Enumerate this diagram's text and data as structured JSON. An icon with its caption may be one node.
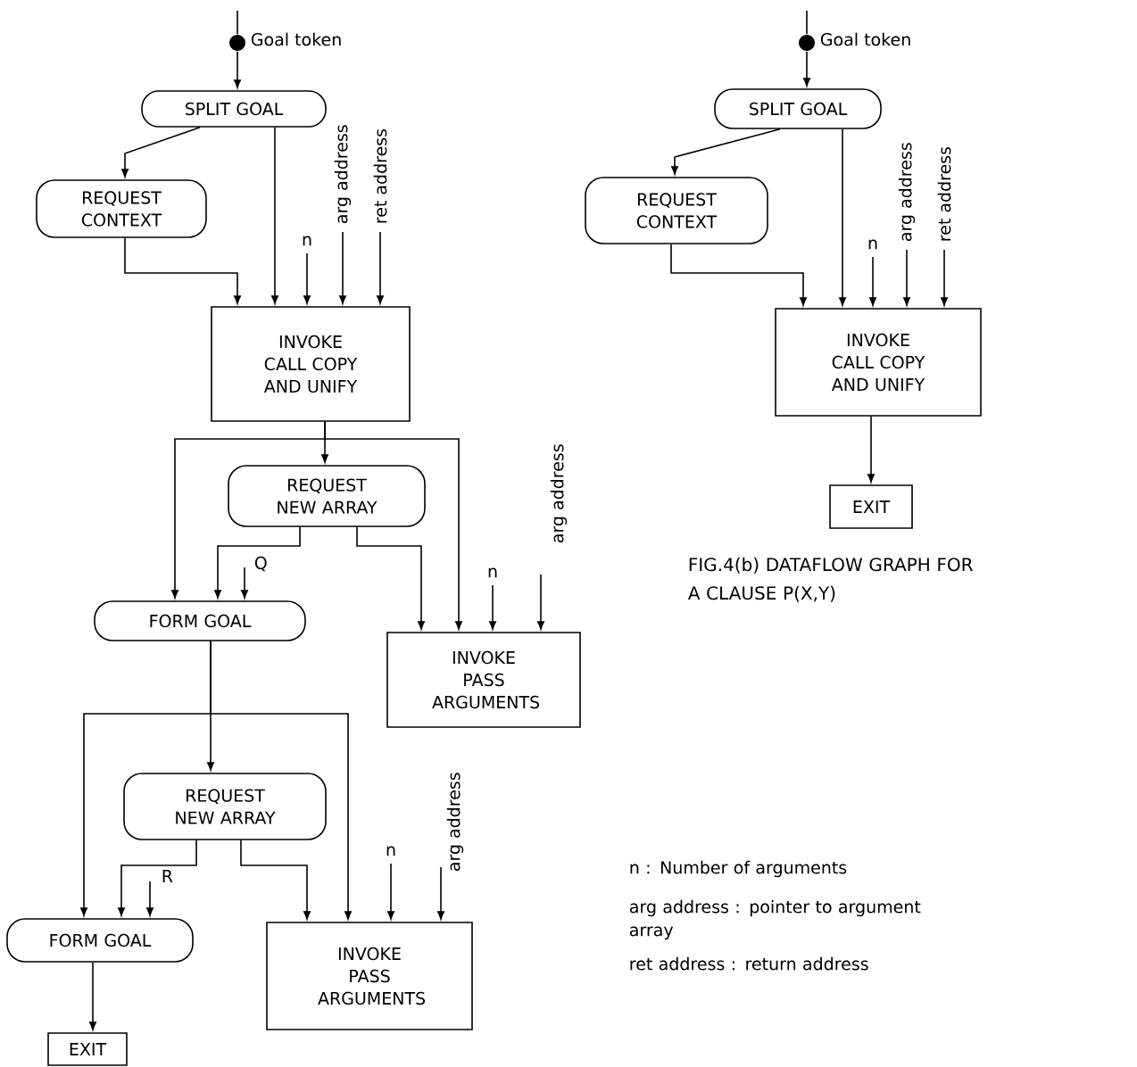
{
  "diagram": {
    "caption": "FIG.4(b) DATAFLOW GRAPH FOR A CLAUSE P(X,Y)",
    "nodes": [
      {
        "text": [],
        "shape": "circle",
        "beside": [
          "Goal token"
        ]
      },
      {
        "text": [
          "SPLIT GOAL"
        ]
      },
      {
        "text": [
          "REQUEST CONTEXT"
        ]
      },
      {
        "text": [
          "INVOKE CALL COPY AND UNIFY"
        ]
      },
      {
        "text": [
          "REQUEST NEW ARRAY"
        ]
      },
      {
        "text": [
          "FORM GOAL"
        ]
      },
      {
        "text": [
          "INVOKE PASS ARGUMENTS"
        ]
      },
      {
        "text": [
          "REQUEST NEW ARRAY"
        ]
      },
      {
        "text": [
          "FORM GOAL"
        ]
      },
      {
        "text": [
          "INVOKE PASS ARGUMENTS"
        ]
      },
      {
        "text": [
          "EXIT"
        ]
      },
      {
        "text": [],
        "shape": "circle",
        "beside": [
          "Goal token"
        ]
      },
      {
        "text": [
          "SPLIT GOAL"
        ]
      },
      {
        "text": [
          "REQUEST CONTEXT"
        ]
      },
      {
        "text": [
          "INVOKE CALL COPY AND UNIFY"
        ]
      },
      {
        "text": [
          "EXIT"
        ]
      }
    ],
    "edges": [
      {
        "from": null,
        "to": 0,
        "arrow": "none"
      },
      {
        "from": 0,
        "to": 1,
        "arrow": "to"
      },
      {
        "from": 1,
        "to": 2,
        "arrow": "to"
      },
      {
        "from": 1,
        "to": 3,
        "arrow": "to"
      },
      {
        "from": 2,
        "to": 3,
        "arrow": "to"
      },
      {
        "from": null,
        "to": 3,
        "arrow": "to",
        "label": "n"
      },
      {
        "from": null,
        "to": 3,
        "arrow": "to",
        "label": "arg address"
      },
      {
        "from": null,
        "to": 3,
        "arrow": "to",
        "label": "ret address"
      },
      {
        "from": 3,
        "to": 4,
        "arrow": "to"
      },
      {
        "from": 3,
        "to": 5,
        "arrow": "to"
      },
      {
        "from": 3,
        "to": 6,
        "arrow": "to"
      },
      {
        "from": 4,
        "to": 5,
        "arrow": "to"
      },
      {
        "from": 4,
        "to": 6,
        "arrow": "to"
      },
      {
        "from": null,
        "to": 5,
        "arrow": "to",
        "label": "Q"
      },
      {
        "from": null,
        "to": 6,
        "arrow": "to",
        "label": "n"
      },
      {
        "from": null,
        "to": 6,
        "arrow": "to",
        "label": "arg address"
      },
      {
        "from": 5,
        "to": 7,
        "arrow": "to"
      },
      {
        "from": 5,
        "to": 8,
        "arrow": "to"
      },
      {
        "from": 5,
        "to": 9,
        "arrow": "to"
      },
      {
        "from": 7,
        "to": 8,
        "arrow": "to"
      },
      {
        "from": 7,
        "to": 9,
        "arrow": "to"
      },
      {
        "from": null,
        "to": 8,
        "arrow": "to",
        "label": "R"
      },
      {
        "from": null,
        "to": 9,
        "arrow": "to",
        "label": "n"
      },
      {
        "from": null,
        "to": 9,
        "arrow": "to",
        "label": "arg address"
      },
      {
        "from": 8,
        "to": 10,
        "arrow": "to"
      },
      {
        "from": null,
        "to": 11,
        "arrow": "none"
      },
      {
        "from": 11,
        "to": 12,
        "arrow": "to"
      },
      {
        "from": 12,
        "to": 13,
        "arrow": "to"
      },
      {
        "from": 12,
        "to": 14,
        "arrow": "to"
      },
      {
        "from": 13,
        "to": 14,
        "arrow": "to"
      },
      {
        "from": null,
        "to": 14,
        "arrow": "to",
        "label": "n"
      },
      {
        "from": null,
        "to": 14,
        "arrow": "to",
        "label": "arg address"
      },
      {
        "from": null,
        "to": 14,
        "arrow": "to",
        "label": "ret address"
      },
      {
        "from": 14,
        "to": 15,
        "arrow": "to"
      }
    ],
    "labels": [
      "n : Number of arguments",
      "arg address : pointer to argument array",
      "ret address : return address"
    ]
  }
}
